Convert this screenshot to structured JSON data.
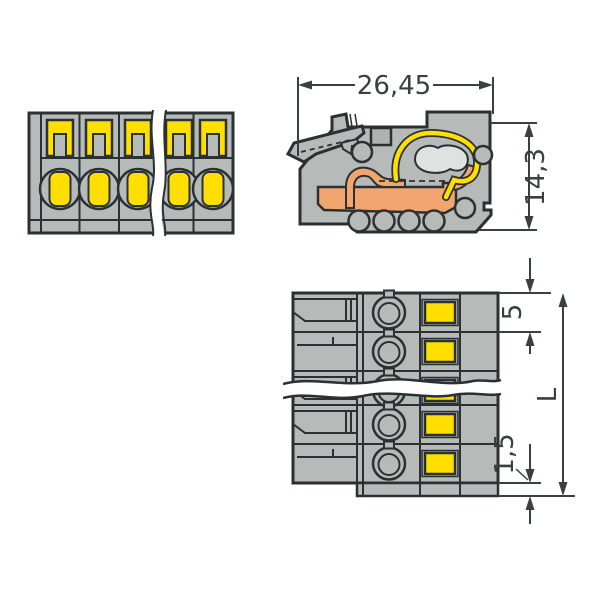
{
  "drawing": {
    "dim_width": "26,45",
    "dim_height": "14,3",
    "dim_pitch": "5",
    "dim_strip": "1,5",
    "dim_length": "L"
  },
  "colors": {
    "body_gray": "#b6bab9",
    "accent_yellow": "#ffdf00",
    "copper_orange": "#f2a56e",
    "outline": "#2b3132",
    "dimension": "#3a3f40"
  }
}
